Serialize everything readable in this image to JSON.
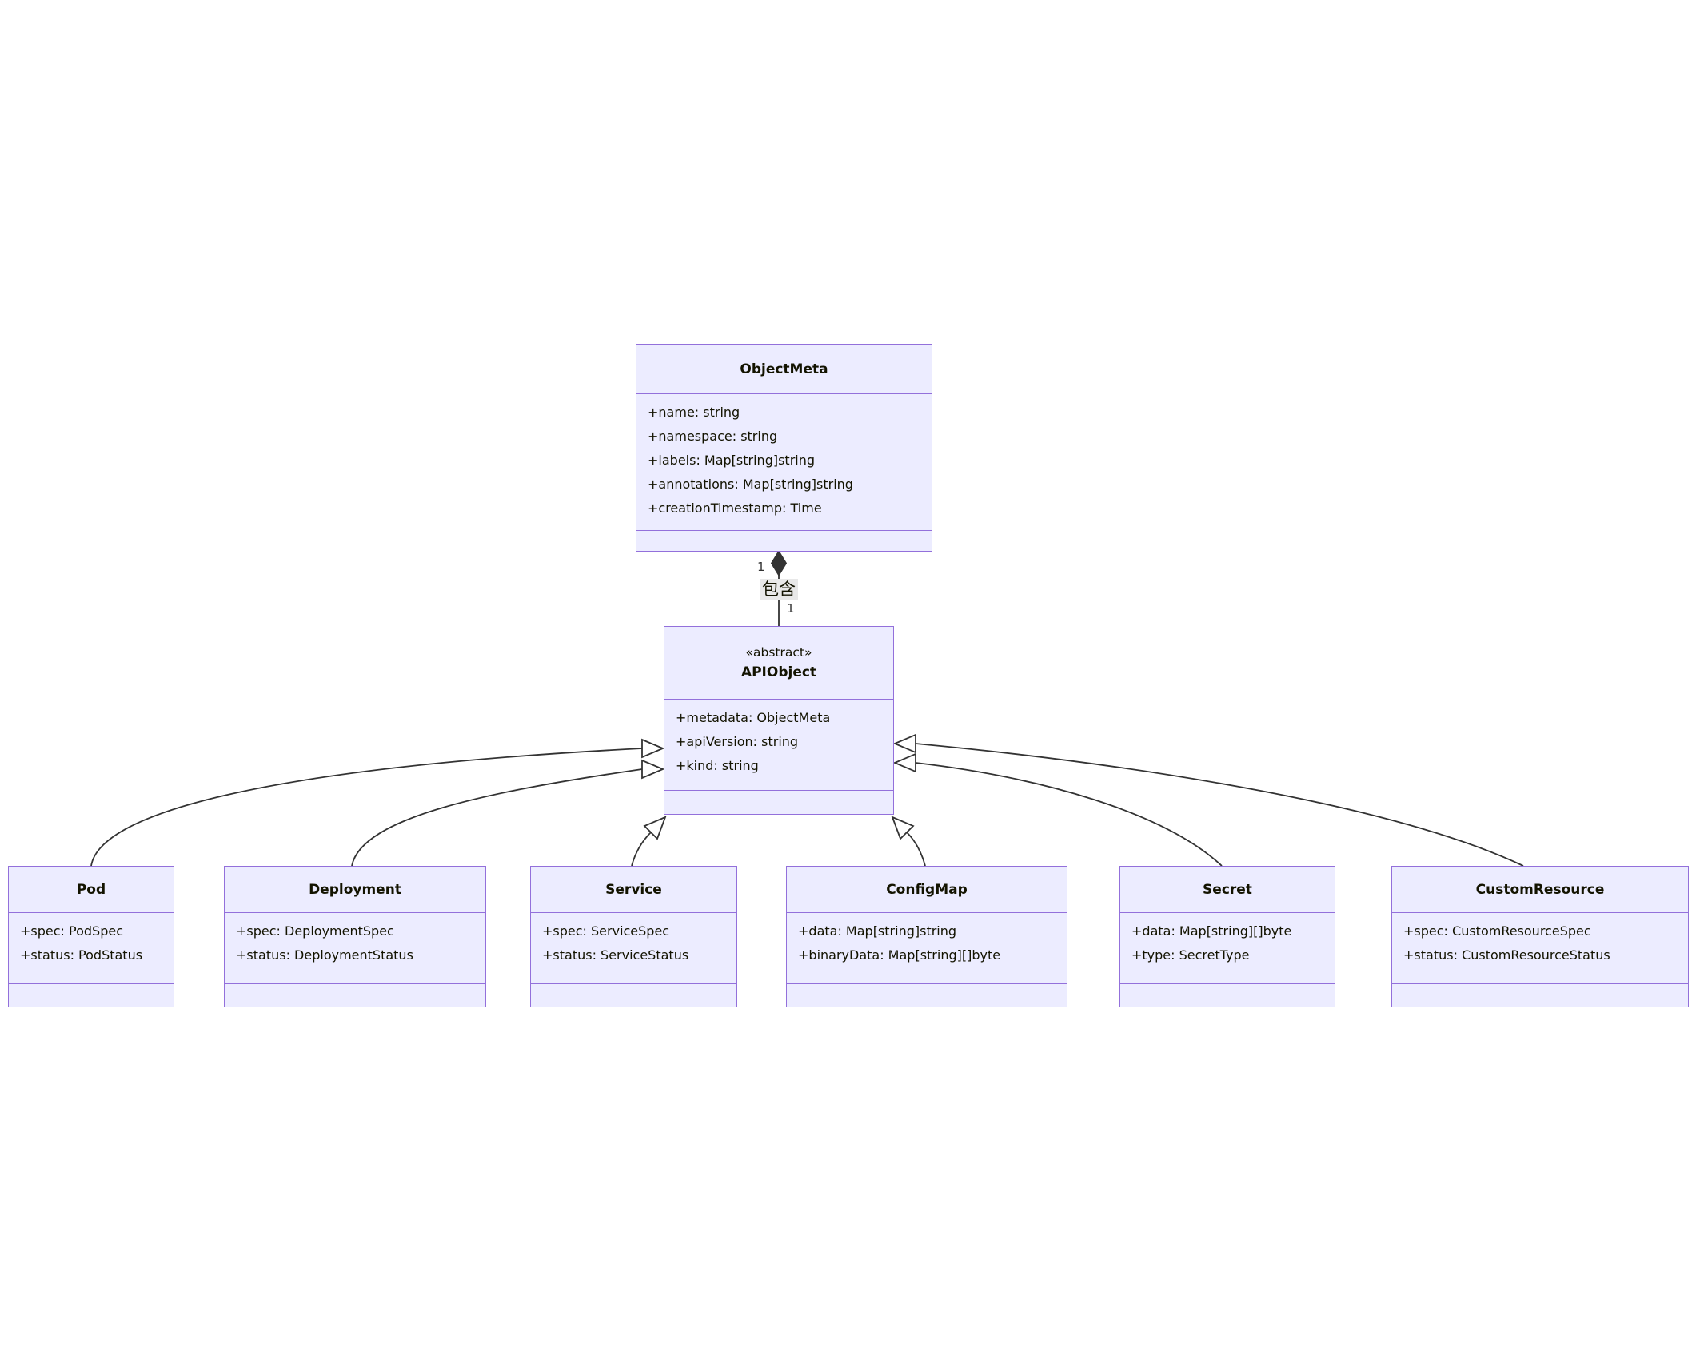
{
  "diagram": {
    "classes": [
      {
        "name": "ObjectMeta",
        "stereotype": "",
        "attributes": [
          "+name: string",
          "+namespace: string",
          "+labels: Map[string]string",
          "+annotations: Map[string]string",
          "+creationTimestamp: Time"
        ]
      },
      {
        "name": "APIObject",
        "stereotype": "«abstract»",
        "attributes": [
          "+metadata: ObjectMeta",
          "+apiVersion: string",
          "+kind: string"
        ]
      },
      {
        "name": "Pod",
        "stereotype": "",
        "attributes": [
          "+spec: PodSpec",
          "+status: PodStatus"
        ]
      },
      {
        "name": "Deployment",
        "stereotype": "",
        "attributes": [
          "+spec: DeploymentSpec",
          "+status: DeploymentStatus"
        ]
      },
      {
        "name": "Service",
        "stereotype": "",
        "attributes": [
          "+spec: ServiceSpec",
          "+status: ServiceStatus"
        ]
      },
      {
        "name": "ConfigMap",
        "stereotype": "",
        "attributes": [
          "+data: Map[string]string",
          "+binaryData: Map[string][]byte"
        ]
      },
      {
        "name": "Secret",
        "stereotype": "",
        "attributes": [
          "+data: Map[string][]byte",
          "+type: SecretType"
        ]
      },
      {
        "name": "CustomResource",
        "stereotype": "",
        "attributes": [
          "+spec: CustomResourceSpec",
          "+status: CustomResourceStatus"
        ]
      }
    ],
    "relations": {
      "composition": {
        "from": "ObjectMeta",
        "to": "APIObject",
        "label": "包含",
        "source_multiplicity": "1",
        "target_multiplicity": "1"
      },
      "inheritance_parent": "APIObject",
      "inheritance_children": [
        "Pod",
        "Deployment",
        "Service",
        "ConfigMap",
        "Secret",
        "CustomResource"
      ]
    },
    "colors": {
      "node_fill": "#ECECFF",
      "node_border": "#9370DB",
      "edge_stroke": "#333333",
      "text": "#131300",
      "edge_label_bg": "#e8e8e8"
    }
  }
}
